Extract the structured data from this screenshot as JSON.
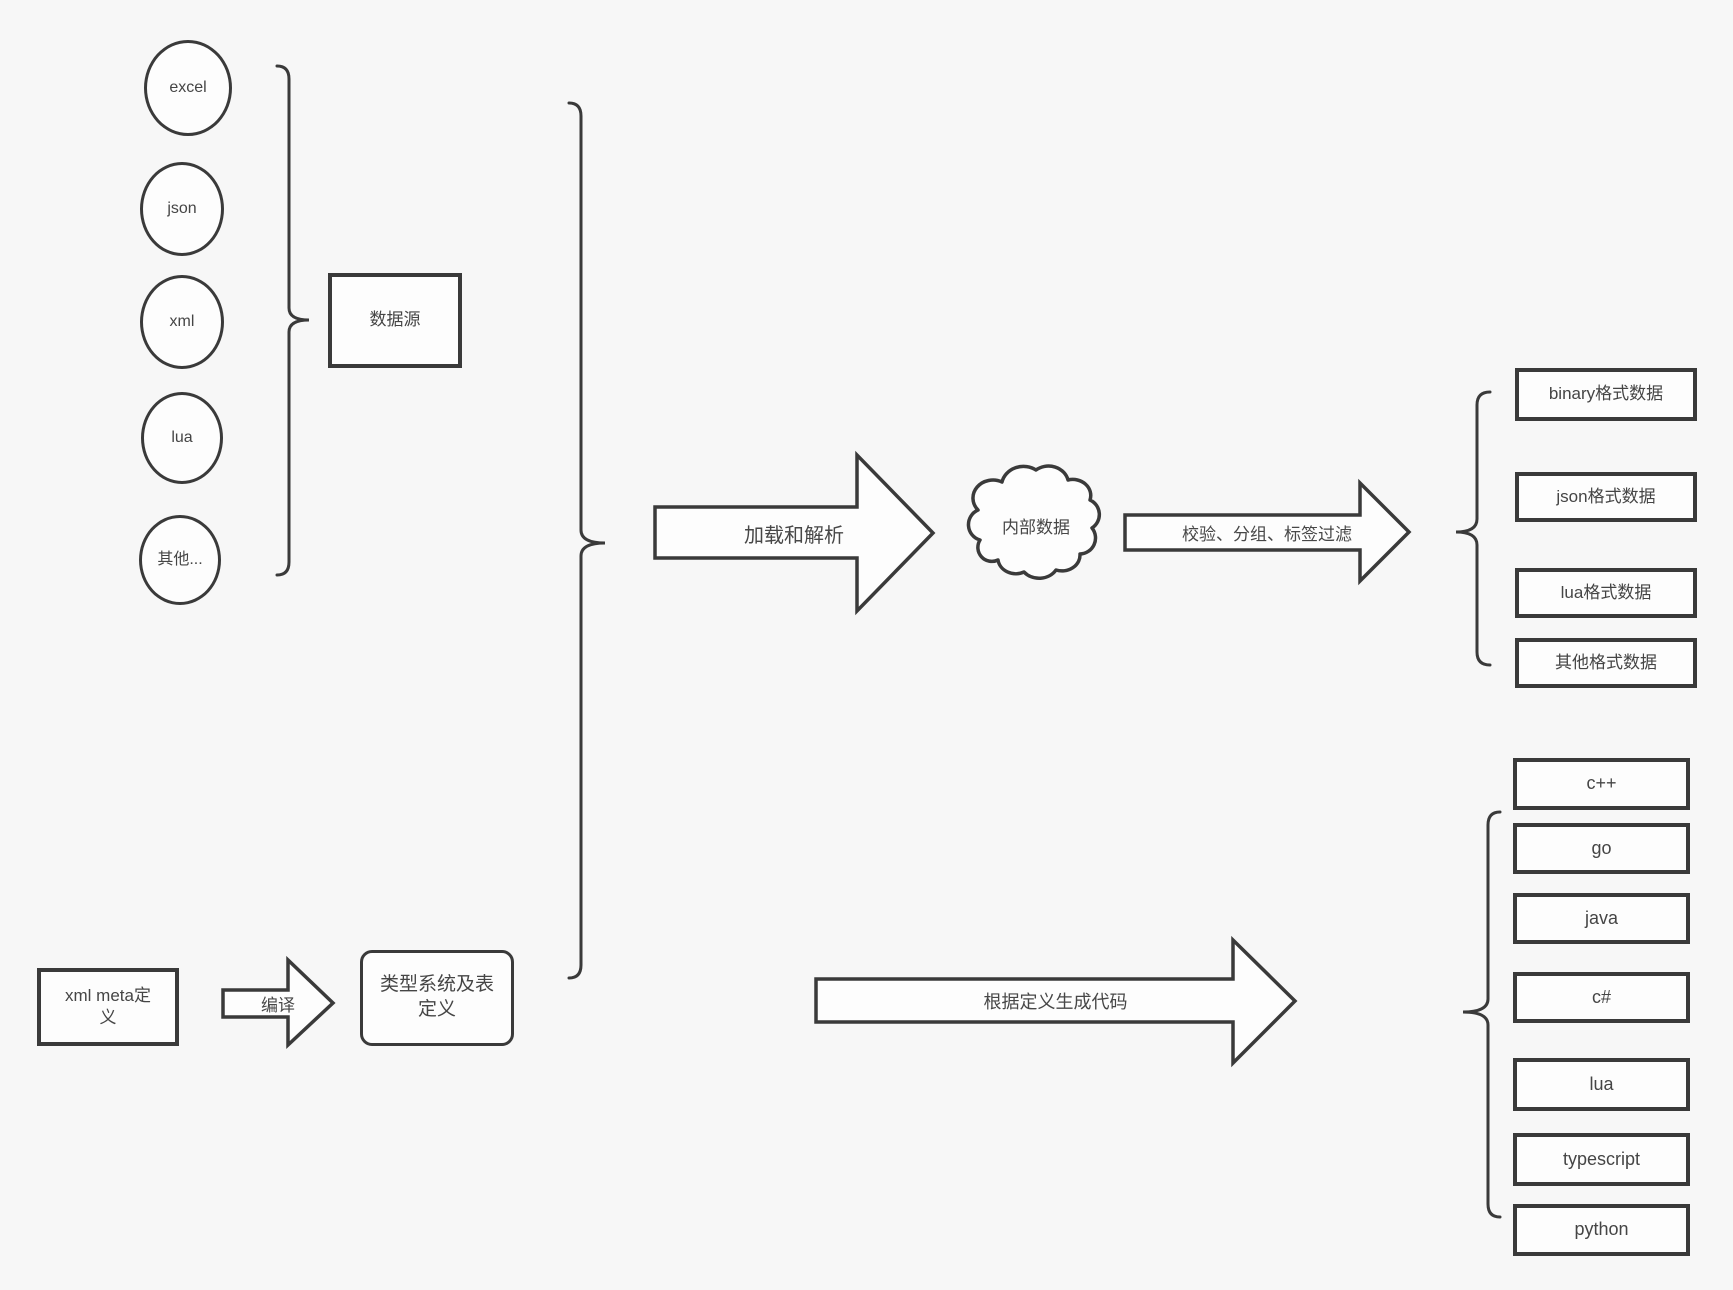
{
  "canvas": {
    "background": "#f7f7f7",
    "stroke_color": "#3a3a3a",
    "text_color": "#454545"
  },
  "data_sources": {
    "items": [
      "excel",
      "json",
      "xml",
      "lua",
      "其他..."
    ],
    "group_box": "数据源"
  },
  "pipeline": {
    "load_parse_arrow": "加载和解析",
    "internal_data_cloud": "内部数据",
    "filter_arrow": "校验、分组、标签过滤"
  },
  "output_formats": [
    "binary格式数据",
    "json格式数据",
    "lua格式数据",
    "其他格式数据"
  ],
  "definitions": {
    "xml_meta_box": "xml meta定义",
    "compile_arrow": "编译",
    "type_system_box": "类型系统及表定义",
    "codegen_arrow": "根据定义生成代码"
  },
  "languages": [
    "c++",
    "go",
    "java",
    "c#",
    "lua",
    "typescript",
    "python"
  ]
}
